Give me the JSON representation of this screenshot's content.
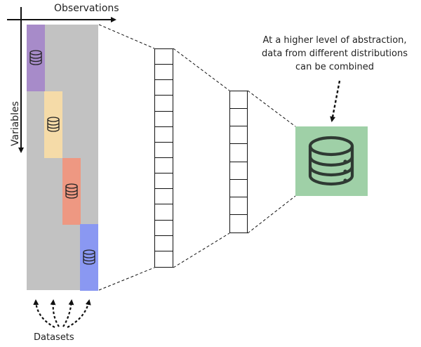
{
  "labels": {
    "observations": "Observations",
    "variables": "Variables",
    "datasets": "Datasets"
  },
  "callout": {
    "lines": [
      "At a higher level of abstraction,",
      "data from different distributions",
      "can be combined"
    ]
  },
  "datasets": [
    {
      "name": "dataset-purple",
      "color": "#a78bc9",
      "icon": "database-icon"
    },
    {
      "name": "dataset-yellow",
      "color": "#f5dba8",
      "icon": "database-icon"
    },
    {
      "name": "dataset-red",
      "color": "#ee9882",
      "icon": "database-icon"
    },
    {
      "name": "dataset-blue",
      "color": "#8a98f2",
      "icon": "database-icon"
    }
  ],
  "colors": {
    "matrix_background": "#c2c2c2",
    "output_box": "#9fd0a7",
    "line": "#111111"
  },
  "layers": {
    "first_vector_cells": 14,
    "second_vector_cells": 8
  },
  "output_icon": "database-icon"
}
